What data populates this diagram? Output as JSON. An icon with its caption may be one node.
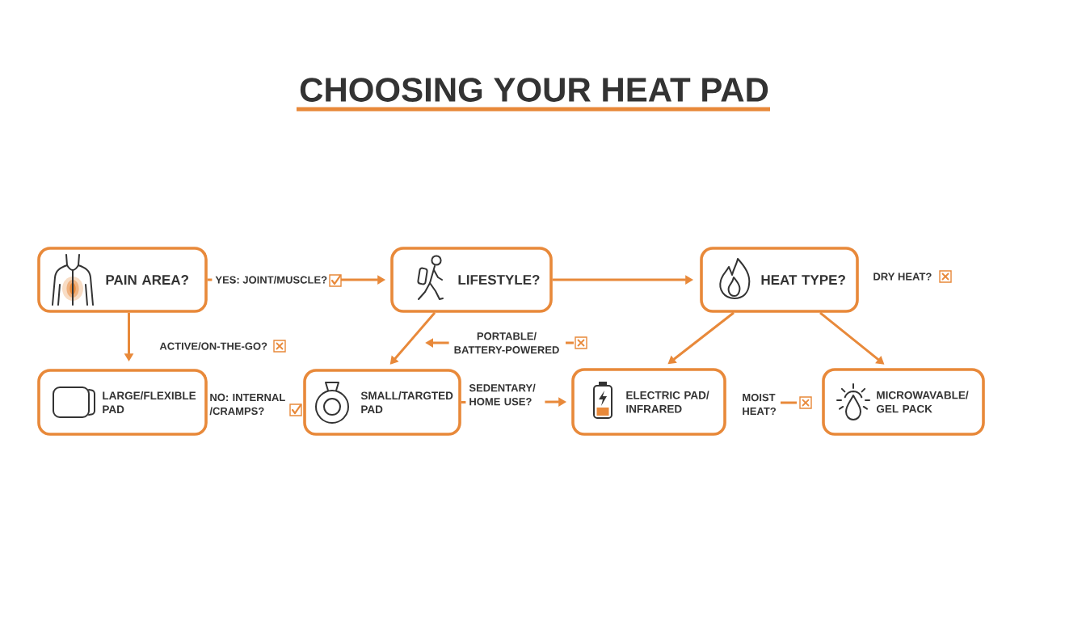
{
  "diagram": {
    "title": "CHOOSING YOUR HEAT PAD",
    "nodes": [
      {
        "text": [
          "PAIN AREA?"
        ]
      },
      {
        "text": [
          "LIFESTYLE?"
        ]
      },
      {
        "text": [
          "HEAT TYPE?"
        ]
      },
      {
        "text": [
          "PORTABLE/ BATTERY-POWERED"
        ]
      },
      {
        "text": [
          "LARGE/FLEXIBLE PAD"
        ]
      },
      {
        "text": [
          "SMALL/TARGTED PAD"
        ]
      },
      {
        "text": [
          "ELECTRIC PAD/ INFRARED"
        ]
      },
      {
        "text": [
          "MICROWAVABLE/ GEL PACK"
        ]
      }
    ],
    "edges": [
      {
        "from": 0,
        "to": 1,
        "arrow": "to",
        "label": "YES: JOINT/MUSCLE?"
      },
      {
        "from": 1,
        "to": 2,
        "arrow": "to"
      },
      {
        "from": 0,
        "to": 4,
        "arrow": "to"
      },
      {
        "from": 1,
        "to": 5,
        "arrow": "to"
      },
      {
        "from": 3,
        "to": null,
        "arrow": "to"
      },
      {
        "from": 2,
        "to": 6,
        "arrow": "to"
      },
      {
        "from": 2,
        "to": 7,
        "arrow": "to"
      },
      {
        "from": 5,
        "to": 6,
        "arrow": "to",
        "label": "SEDENTARY/ HOME USE?"
      }
    ],
    "labels": [
      "DRY HEAT?",
      "ACTIVE/ON-THE-GO?",
      "NO: INTERNAL /CRAMPS?",
      "MOIST HEAT?"
    ]
  }
}
